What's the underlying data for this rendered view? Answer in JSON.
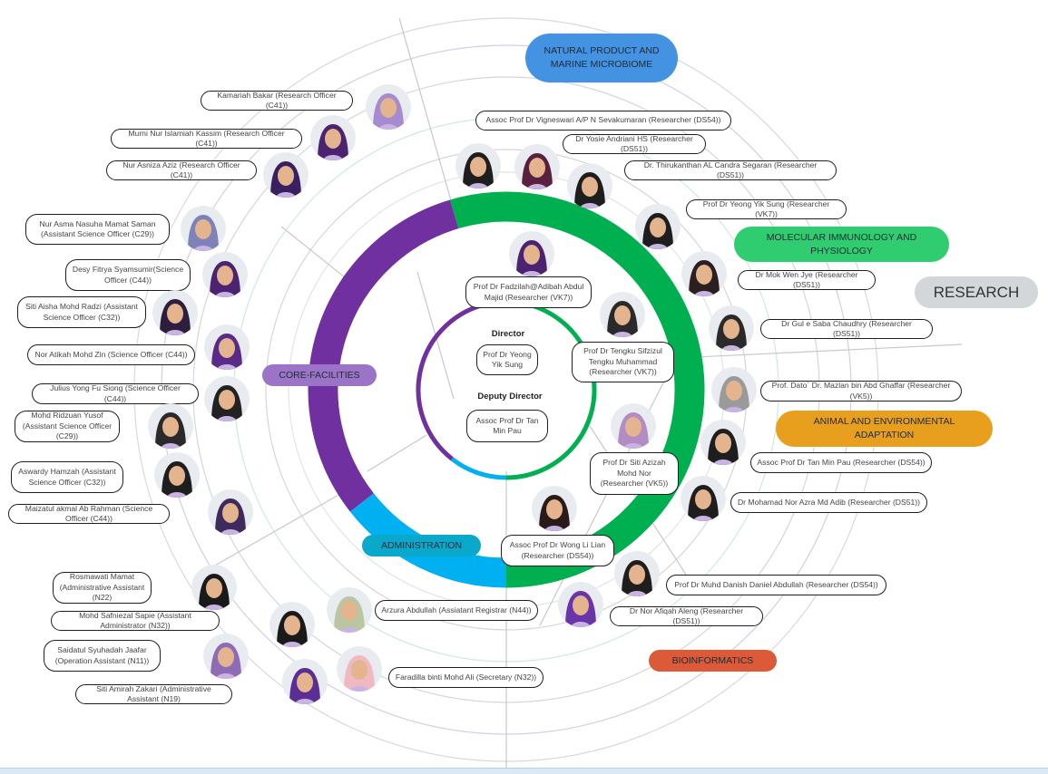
{
  "categories": {
    "natural_product": {
      "label": "NATURAL PRODUCT AND MARINE MICROBIOME",
      "color": "#4493e2"
    },
    "molecular": {
      "label": "MOLECULAR IMMUNOLOGY AND PHYSIOLOGY",
      "color": "#2fcc70"
    },
    "research": {
      "label": "RESEARCH",
      "color": "#d4d7da"
    },
    "core_facilities": {
      "label": "CORE-FACILITIES",
      "color": "#9b74c8"
    },
    "animal": {
      "label": "ANIMAL AND ENVIRONMENTAL ADAPTATION",
      "color": "#e89f1d"
    },
    "administration": {
      "label": "ADMINISTRATION",
      "color": "#0aa9cc"
    },
    "bioinformatics": {
      "label": "BIOINFORMATICS",
      "color": "#dc5a37"
    }
  },
  "leadership": {
    "director_title": "Director",
    "director_name": "Prof Dr Yeong Yik Sung",
    "deputy_title": "Deputy Director",
    "deputy_name": "Assoc Prof Dr Tan Min Pau"
  },
  "ring_colors": {
    "core": "#7030a0",
    "admin": "#00b0f0",
    "research": "#00b050"
  },
  "people": [
    {
      "label": "Kamariah Bakar (Research Officer (C41))",
      "avatar_color": "#a78bd0"
    },
    {
      "label": "Murni Nur Islamiah Kassim (Research Officer (C41))",
      "avatar_color": "#4b2370"
    },
    {
      "label": "Nur Asniza Aziz (Research Officer (C41))",
      "avatar_color": "#3a2060"
    },
    {
      "label": "Nur Asma Nasuha Mamat Saman (Assistant Science Officer (C29))",
      "avatar_color": "#7f82b8"
    },
    {
      "label": "Desy Fitrya Syamsumir(Science Officer (C44))",
      "avatar_color": "#4b2370"
    },
    {
      "label": "Siti Aisha Mohd Radzi (Assistant Science Officer (C32))",
      "avatar_color": "#2c1e3c"
    },
    {
      "label": "Nor Atikah Mohd Zin (Science Officer (C44))",
      "avatar_color": "#5a2a88"
    },
    {
      "label": "Julius Yong Fu Siong (Science Officer (C44))",
      "avatar_color": "#222222"
    },
    {
      "label": "Mohd Ridzuan Yusof (Assistant Science Officer (C29))",
      "avatar_color": "#2a2a2a"
    },
    {
      "label": "Aswardy Hamzah (Assistant Science Officer (C32))",
      "avatar_color": "#1e1e1e"
    },
    {
      "label": "Maizatul akmal Ab Rahman (Science Officer (C44))",
      "avatar_color": "#3e2a5c"
    },
    {
      "label": "Rosmawati Mamat (Administrative Assistant (N22)",
      "avatar_color": "#1a1a1a"
    },
    {
      "label": "Mohd Safniezal Sapie (Assistant Administrator (N32))",
      "avatar_color": "#1a1a1a"
    },
    {
      "label": "Saidatul Syuhadah Jaafar (Operation Assistant (N11))",
      "avatar_color": "#8e6bb5"
    },
    {
      "label": "Siti Amirah Zakari (Administrative Assistant (N19)",
      "avatar_color": "#5b2e96"
    },
    {
      "label": "Arzura Abdullah (Assiatant Registrar (N44))",
      "avatar_color": "#b9c7a0"
    },
    {
      "label": "Faradilla binti Mohd Ali (Secretary (N32))",
      "avatar_color": "#f0b8c0"
    },
    {
      "label": "Assoc Prof Dr Vigneswari A/P N Sevakumaran (Researcher (DS54))",
      "avatar_color": "#1e1e1e"
    },
    {
      "label": "Dr Yosie Andriani HS (Researcher (DS51))",
      "avatar_color": "#5a2040"
    },
    {
      "label": "Dr. Thirukanthan AL Candra Segaran (Researcher (DS51))",
      "avatar_color": "#1e1e1e"
    },
    {
      "label": "Prof Dr Yeong Yik Sung (Researcher (VK7))",
      "avatar_color": "#1e1e1e"
    },
    {
      "label": "Prof Dr Fadzilah@Adibah Abdul Majid (Researcher (VK7))",
      "avatar_color": "#4b2370"
    },
    {
      "label": "Dr Mok Wen Jye (Researcher (DS51))",
      "avatar_color": "#2a2020"
    },
    {
      "label": "Dr Gul e Saba Chaudhry (Researcher (DS51))",
      "avatar_color": "#2a2a2a"
    },
    {
      "label": "Prof Dr Tengku Sifzizul Tengku Muhammad (Researcher (VK7))",
      "avatar_color": "#2a2a2a"
    },
    {
      "label": "Prof. Dato` Dr. Mazlan bin Abd Ghaffar (Researcher (VK5))",
      "avatar_color": "#9a9a9a"
    },
    {
      "label": "Assoc Prof Dr Tan Min Pau (Researcher (DS54))",
      "avatar_color": "#1e1e1e"
    },
    {
      "label": "Prof Dr Siti Azizah Mohd Nor (Researcher (VK5))",
      "avatar_color": "#b48cc4"
    },
    {
      "label": "Dr Mohamad Nor Azra Md Adib (Researcher (DS51))",
      "avatar_color": "#1e1e1e"
    },
    {
      "label": "Assoc Prof Dr Wong Li Lian (Researcher (DS54))",
      "avatar_color": "#2a1a1a"
    },
    {
      "label": "Prof Dr Muhd Danish Daniel Abdullah (Researcher (DS54))",
      "avatar_color": "#1e1e1e"
    },
    {
      "label": "Dr Nor Afiqah Aleng (Researcher (DS51))",
      "avatar_color": "#6a35a8"
    }
  ]
}
